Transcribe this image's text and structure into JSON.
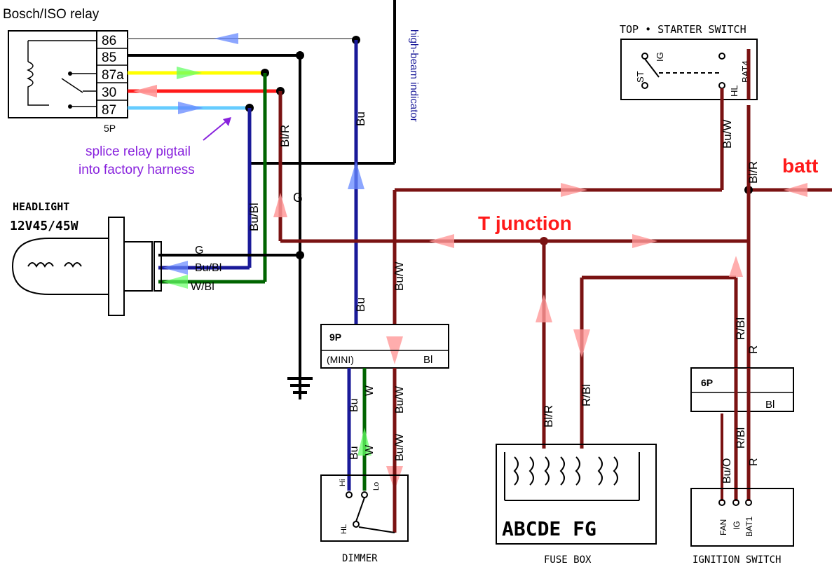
{
  "relay": {
    "title": "Bosch/ISO relay",
    "pins": [
      "86",
      "85",
      "87a",
      "30",
      "87"
    ],
    "connector": "5P"
  },
  "annotations": {
    "splice_line1": "splice relay pigtail",
    "splice_line2": "into factory harness",
    "high_beam_indicator": "high-beam indicator",
    "t_junction": "T junction",
    "batt": "batt"
  },
  "headlight": {
    "title": "HEADLIGHT",
    "rating": "12V45/45W",
    "wires": [
      "G",
      "Bu/Bl",
      "W/Bl"
    ]
  },
  "starter_switch": {
    "title": "TOP • STARTER SWITCH",
    "pins": [
      "ST",
      "IG",
      "HL",
      "BAT4"
    ]
  },
  "wire_labels": {
    "bl_r": "Bl/R",
    "bu": "Bu",
    "g": "G",
    "bu_bl": "Bu/Bl",
    "bu_w": "Bu/W",
    "r_bl": "R/Bl",
    "r": "R",
    "w": "W",
    "bu_o": "Bu/O"
  },
  "connector_9p": {
    "name": "9P",
    "sub": "(MINI)",
    "color": "Bl"
  },
  "connector_6p": {
    "name": "6P",
    "color": "Bl"
  },
  "dimmer": {
    "title": "DIMMER",
    "hi": "Hi",
    "lo": "Lo",
    "hl": "HL"
  },
  "fuse_box": {
    "title": "FUSE BOX",
    "letters": "ABCDE FG"
  },
  "ignition_switch": {
    "title": "IGNITION SWITCH",
    "pins": [
      "FAN",
      "IG",
      "BAT1"
    ]
  },
  "colors": {
    "black": "#000000",
    "dark_red": "#7a1212",
    "red": "#ff1a1a",
    "yellow": "#ffff00",
    "light_blue": "#66ccff",
    "navy": "#1a1a99",
    "green": "#006400",
    "pink_arrow": "#ff9999",
    "blue_arrow": "#6688ff",
    "green_arrow": "#66ff66",
    "annotation_purple": "#8822dd",
    "annotation_red": "#ff1a1a"
  }
}
